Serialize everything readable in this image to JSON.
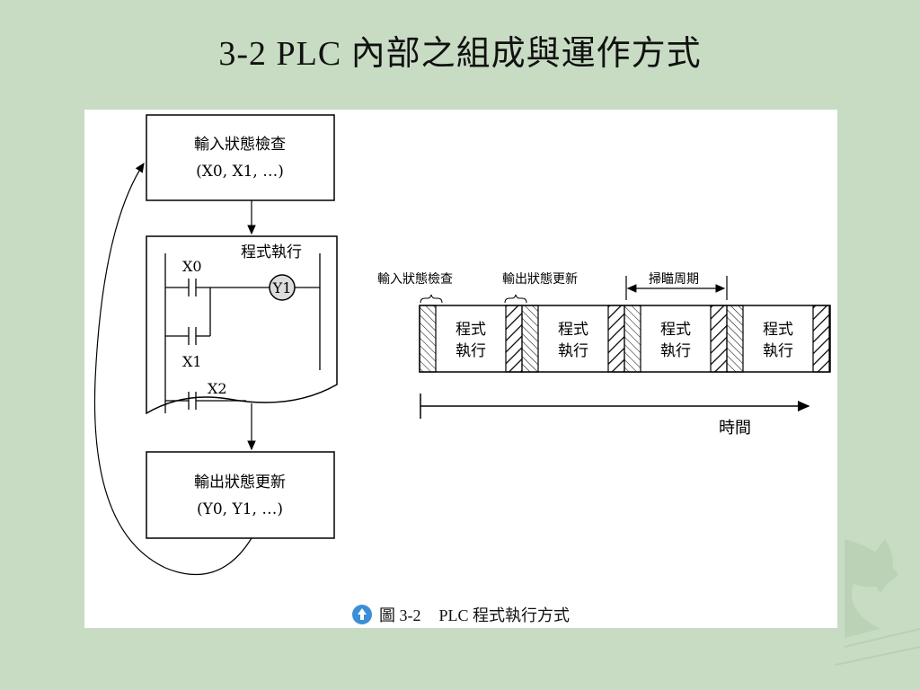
{
  "slide": {
    "title": "3-2 PLC 內部之組成與運作方式"
  },
  "flowchart": {
    "input_box": {
      "line1": "輸入狀態檢查",
      "line2": "(X0, X1, …)"
    },
    "program_box": {
      "title": "程式執行",
      "contact_x0": "X0",
      "contact_x1": "X1",
      "contact_x2": "X2",
      "coil": "Y1"
    },
    "output_box": {
      "line1": "輸出狀態更新",
      "line2": "(Y0, Y1, …)"
    }
  },
  "timeline": {
    "label_input": "輸入狀態檢查",
    "label_output": "輸出狀態更新",
    "label_scan": "掃瞄周期",
    "block_line1": "程式",
    "block_line2": "執行",
    "axis_label": "時間"
  },
  "figure": {
    "number": "圖 3-2",
    "caption": "PLC 程式執行方式"
  },
  "colors": {
    "background": "#c8dcc4",
    "panel": "#ffffff",
    "caption_icon": "#3a8fd6"
  }
}
